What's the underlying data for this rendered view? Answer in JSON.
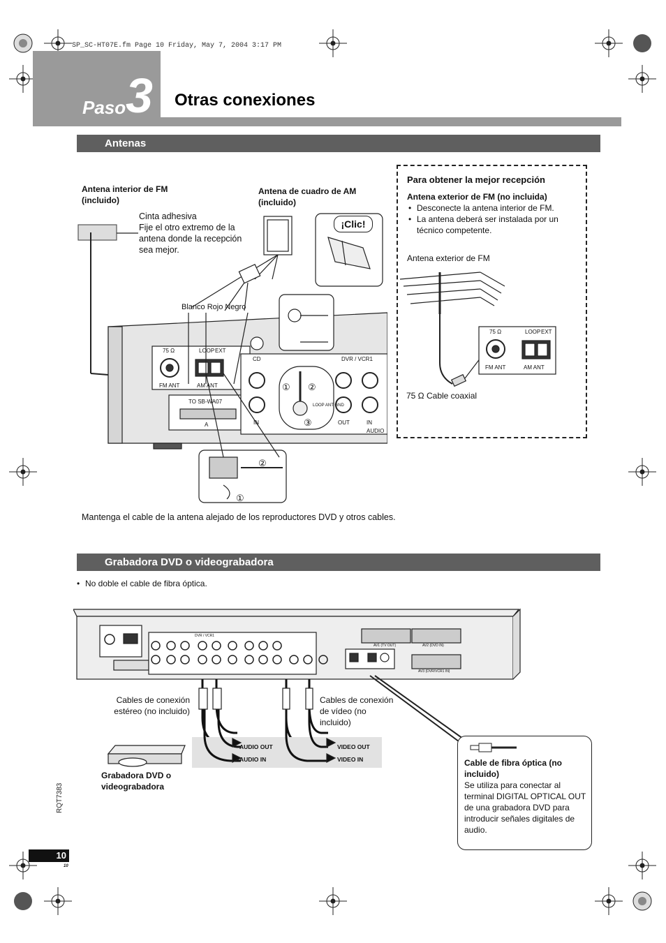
{
  "print_header": "SP_SC-HT07E.fm  Page 10  Friday, May 7, 2004  3:17 PM",
  "step": {
    "word": "Paso",
    "number": "3"
  },
  "title": "Otras conexiones",
  "antennas": {
    "heading": "Antenas",
    "fm_indoor_label": "Antena interior de FM (incluido)",
    "tape_label": "Cinta adhesiva",
    "tape_note": "Fije el otro extremo de la antena donde la recepción sea mejor.",
    "am_loop_label": "Antena de cuadro de AM (incluido)",
    "click_label": "¡Clic!",
    "wire_colors": "Blanco  Rojo  Negro",
    "unit_labels": {
      "ohm75": "75 Ω",
      "loop": "LOOP",
      "ext": "EXT",
      "fm_ant": "FM ANT",
      "am_ant": "AM ANT",
      "to_sb": "TO SB-WA07",
      "cd": "CD",
      "dvr_vcr1": "DVR / VCR1",
      "in": "IN",
      "out": "OUT",
      "audio": "AUDIO",
      "loop_ant_gnd": "LOOP ANT GND",
      "a": "A"
    },
    "best_reception": {
      "heading": "Para obtener la mejor recepción",
      "subheading": "Antena exterior de FM (no incluida)",
      "bullets": [
        "Desconecte la antena interior de FM.",
        "La antena deberá ser instalada por un técnico competente."
      ],
      "outdoor_label": "Antena exterior de FM",
      "coax_label": "75 Ω Cable coaxial"
    },
    "keep_away_note": "Mantenga el cable de la antena alejado de los reproductores DVD y otros cables."
  },
  "recorder": {
    "heading": "Grabadora DVD o videograbadora",
    "bullet": "No doble el cable de fibra óptica.",
    "stereo_cables_label": "Cables de conexión estéreo (no incluido)",
    "video_cables_label": "Cables de conexión de vídeo (no incluido)",
    "audio_out": "AUDIO OUT",
    "audio_in": "AUDIO IN",
    "video_out": "VIDEO OUT",
    "video_in": "VIDEO IN",
    "device_label": "Grabadora DVD o videograbadora",
    "fiber_title": "Cable de fibra óptica (no incluido)",
    "fiber_desc": "Se utiliza para conectar al terminal DIGITAL OPTICAL OUT de una grabadora DVD para introducir señales digitales de audio.",
    "rear_labels": {
      "dvr_vcr1": "DVR / VCR1",
      "av1": "AV1 (TV OUT)",
      "av2": "AV2 (DVD IN)",
      "av3": "AV3 (DVR/VCR1 IN)"
    }
  },
  "footer": {
    "doc_code": "RQT7383",
    "page_number": "10",
    "small_page": "10"
  }
}
